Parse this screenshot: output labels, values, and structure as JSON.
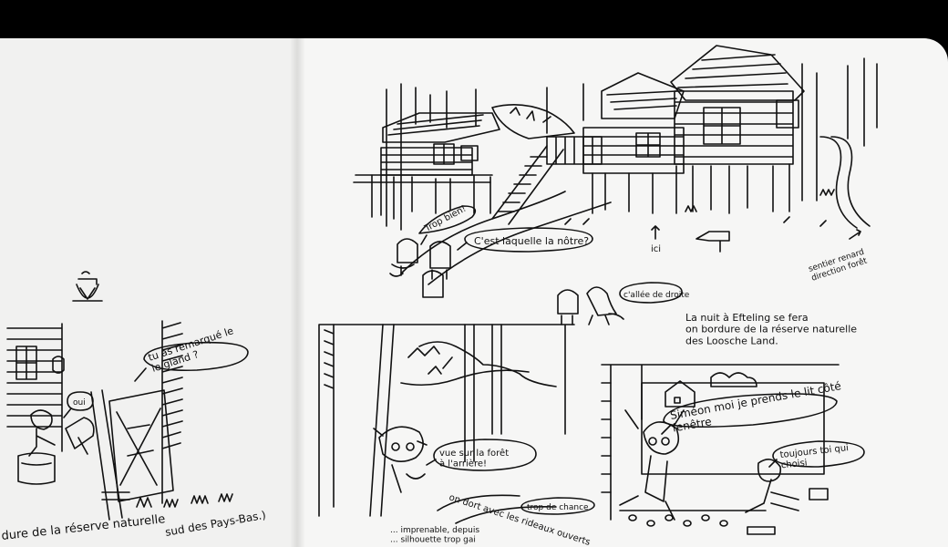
{
  "left_page": {
    "bubble_1": "tu as remarqué le\nle gland ?",
    "bubble_2": "oui",
    "caption": "dure de la réserve naturelle",
    "caption_2": "sud des Pays-Bas.)"
  },
  "right_page": {
    "bubble_trop_bien": "Trop bien!",
    "bubble_laquelle": "C'est laquelle la nôtre?",
    "label_ici": "ici",
    "label_sentier": "sentier renard\ndirection forêt",
    "bubble_allee": "c'allée de droite",
    "caption": "La nuit à Efteling se fera\non bordure de la réserve naturelle\ndes Loosche Land.",
    "bubble_vue": "vue sur la forêt\nà l'arrière!",
    "bubble_rideaux": "on dort avec les rideaux ouverts",
    "bubble_chance": "trop de chance",
    "caption_bottom": "... imprenable, depuis\n... silhouette trop gai",
    "bubble_simeon": "Siméon moi je prends le lit côté\nfenêtre",
    "bubble_toujours": "toujours toi qui\nchoisi"
  }
}
